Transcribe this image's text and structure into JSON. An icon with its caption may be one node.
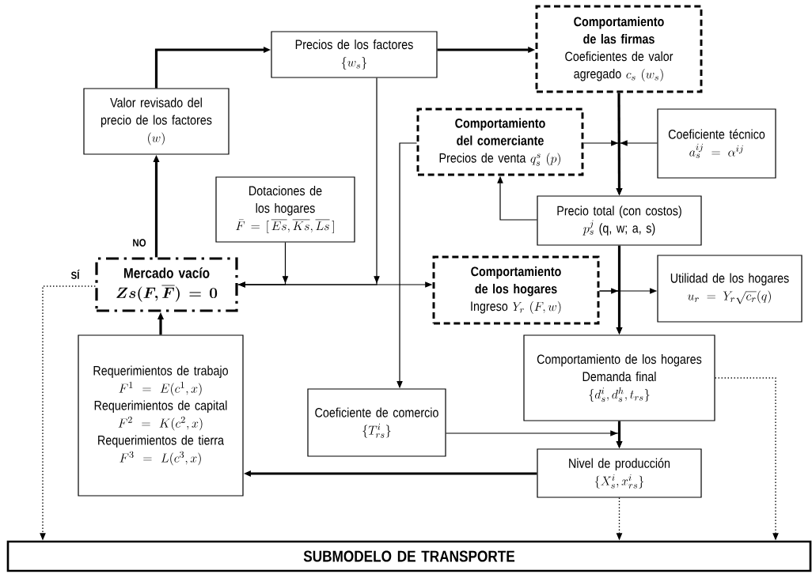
{
  "diagram": {
    "nodes": [
      {
        "text": [
          "Precios de los factores",
          "\\{w_s\\}"
        ]
      },
      {
        "text": [
          "Comportamiento de las firmas",
          "Coeficientes de valor agregado",
          "c_s\\ (w_s)"
        ]
      },
      {
        "text": [
          "Valor revisado del precio de los factores",
          "(w)"
        ]
      },
      {
        "text": [
          "Comportamiento del comerciante",
          "Precios de venta",
          "q_s^s\\ (p)"
        ]
      },
      {
        "text": [
          "Coeficiente técnico",
          "a_s^{ij}=\\alpha^{ij}"
        ]
      },
      {
        "text": [
          "Dotaciones de los hogares",
          "\\bar{F}=[\\,\\overline{Es},\\overline{Ks},\\overline{Ls}\\,]"
        ]
      },
      {
        "text": [
          "Precio total (con costos)",
          "p_s^j",
          "(q, w; a, s)"
        ]
      },
      {
        "text": [
          "Mercado vacío",
          "Zs(F,\\overline{F})=0"
        ]
      },
      {
        "text": [
          "Comportamiento de los hogares",
          "Ingreso",
          "Y_r\\ (F,w)"
        ]
      },
      {
        "text": [
          "Utilidad de los hogares",
          "u_r=Y_r\\sqrt{c_r}(q)"
        ]
      },
      {
        "text": [
          "Requerimientos de trabajo",
          "F^1=E(c^1,x)",
          "Requerimientos de capital",
          "F^2=K(c^2,x)",
          "Requerimientos de tierra",
          "F^3=L(c^3,x)"
        ]
      },
      {
        "text": [
          "Coeficiente de comercio",
          "\\{T^i_{rs}\\}"
        ]
      },
      {
        "text": [
          "Comportamiento de los hogares",
          "Demanda final",
          "\\{d_s^i,d_s^h,t_{rs}\\}"
        ]
      },
      {
        "text": [
          "Nivel de producción",
          "\\{X_s^i,x_{rs}^i\\}"
        ]
      },
      {
        "text": [
          "SUBMODELO DE TRANSPORTE"
        ]
      }
    ],
    "edges": [
      {
        "from": 2,
        "to": 0,
        "arrow": "to",
        "style": "thick"
      },
      {
        "from": 0,
        "to": 1,
        "arrow": "to",
        "style": "thick"
      },
      {
        "from": 1,
        "to": 6,
        "arrow": "to",
        "style": "thick"
      },
      {
        "from": 3,
        "to": 6,
        "arrow": "to"
      },
      {
        "from": 4,
        "to": 6,
        "arrow": "to"
      },
      {
        "from": 6,
        "to": 3,
        "arrow": "to"
      },
      {
        "from": 6,
        "to": 12,
        "arrow": "to",
        "style": "thick"
      },
      {
        "from": 8,
        "to": 12,
        "arrow": "to"
      },
      {
        "from": 8,
        "to": 9,
        "arrow": "to"
      },
      {
        "from": 7,
        "to": 8,
        "arrow": "to"
      },
      {
        "from": 5,
        "to": 7,
        "arrow": "to"
      },
      {
        "from": 0,
        "to": 7,
        "arrow": "to"
      },
      {
        "from": 3,
        "to": 11,
        "arrow": "to"
      },
      {
        "from": 11,
        "to": 13,
        "arrow": "to"
      },
      {
        "from": 12,
        "to": 13,
        "arrow": "to",
        "style": "thick"
      },
      {
        "from": 13,
        "to": 10,
        "arrow": "to",
        "style": "thick"
      },
      {
        "from": 10,
        "to": 7,
        "arrow": "to",
        "style": "thick"
      },
      {
        "from": 7,
        "to": 2,
        "arrow": "to",
        "style": "thick",
        "label": "NO"
      },
      {
        "from": 7,
        "to": 14,
        "arrow": "to",
        "style": "dashed",
        "label": "SÍ"
      },
      {
        "from": 13,
        "to": 14,
        "arrow": "to",
        "style": "dashed"
      },
      {
        "from": 12,
        "to": 14,
        "arrow": "to",
        "style": "dashed"
      }
    ]
  }
}
